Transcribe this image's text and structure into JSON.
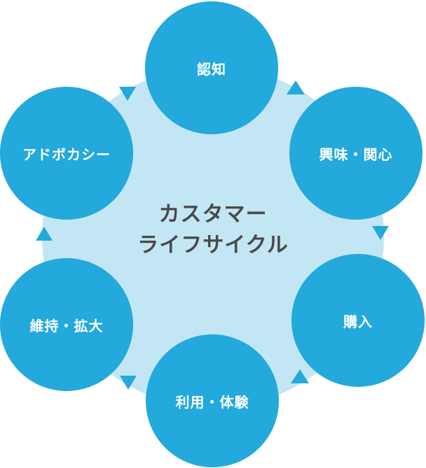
{
  "diagram": {
    "center": {
      "line1": "カスタマー",
      "line2": "ライフサイクル"
    },
    "stages": [
      {
        "label": "認知"
      },
      {
        "label": "興味・関心"
      },
      {
        "label": "購入"
      },
      {
        "label": "利用・体験"
      },
      {
        "label": "維持・拡大"
      },
      {
        "label": "アドボカシー"
      }
    ],
    "colors": {
      "node": "#23a9db",
      "hub": "#c3e6f4",
      "arrow": "#23a9db",
      "center_text": "#4a4a4a",
      "node_text": "#ffffff"
    }
  }
}
